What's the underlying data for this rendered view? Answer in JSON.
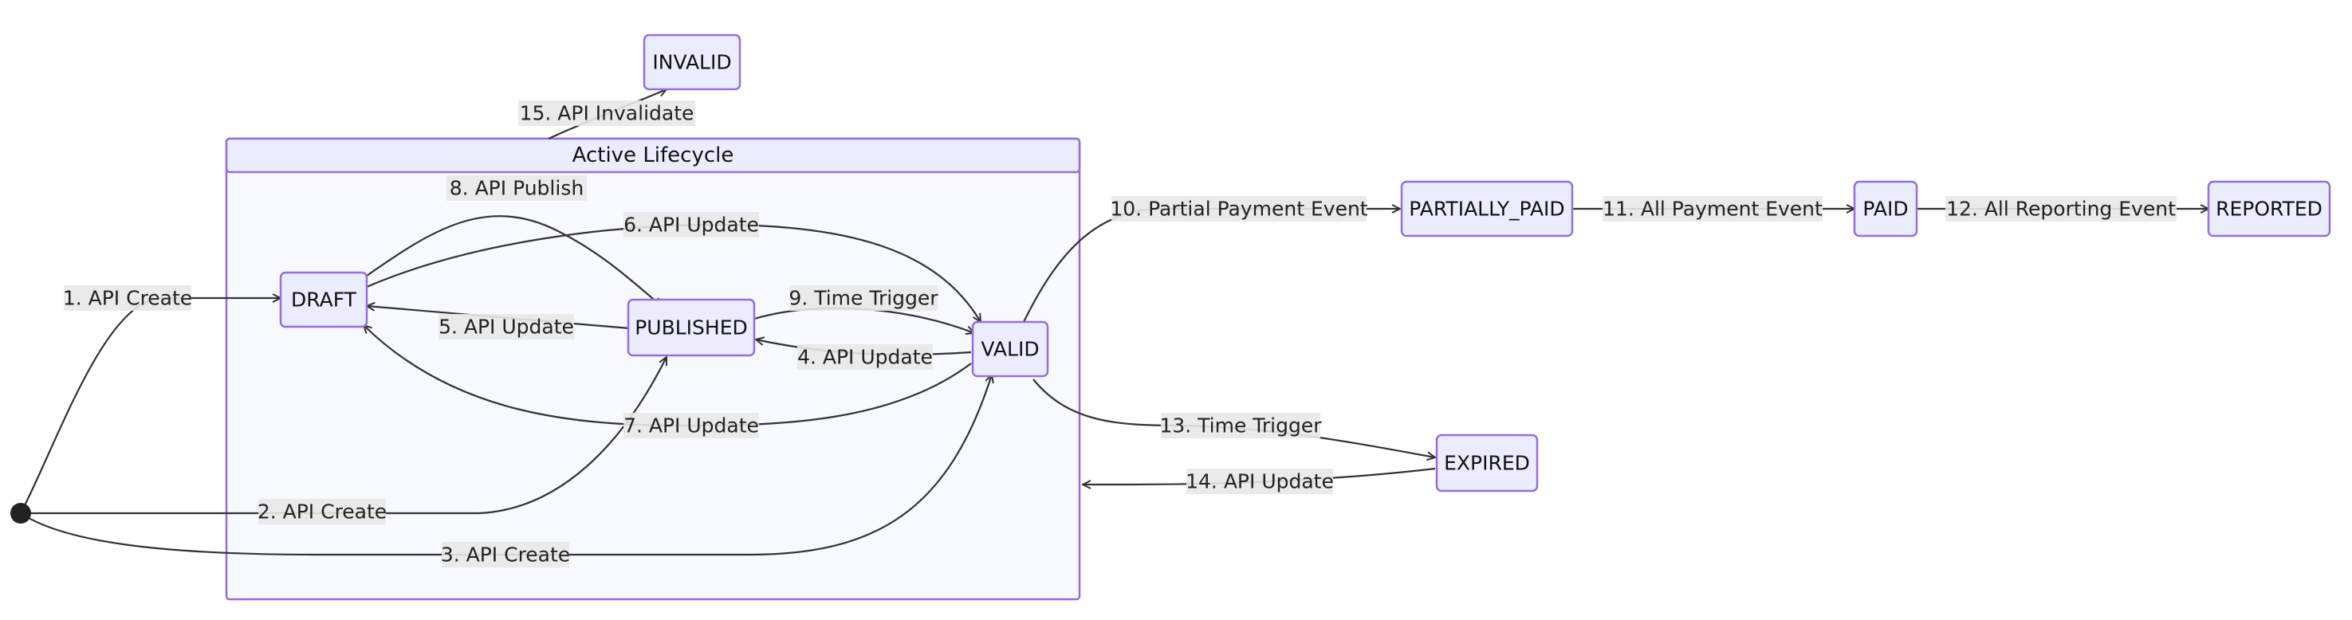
{
  "cluster": {
    "title": "Active Lifecycle"
  },
  "states": {
    "invalid": "INVALID",
    "draft": "DRAFT",
    "published": "PUBLISHED",
    "valid": "VALID",
    "partially_paid": "PARTIALLY_PAID",
    "paid": "PAID",
    "reported": "REPORTED",
    "expired": "EXPIRED"
  },
  "transitions": {
    "t1": "1. API Create",
    "t2": "2. API Create",
    "t3": "3. API Create",
    "t4": "4. API Update",
    "t5": "5. API Update",
    "t6": "6. API Update",
    "t7": "7. API Update",
    "t8": "8. API Publish",
    "t9": "9. Time Trigger",
    "t10": "10. Partial Payment Event",
    "t11": "11. All Payment Event",
    "t12": "12. All Reporting Event",
    "t13": "13. Time Trigger",
    "t14": "14. API Update",
    "t15": "15. API Invalidate"
  },
  "colors": {
    "node_fill": "#ececff",
    "node_stroke": "#9370db",
    "edge": "#333333",
    "label_bg": "#e8e8e8"
  }
}
